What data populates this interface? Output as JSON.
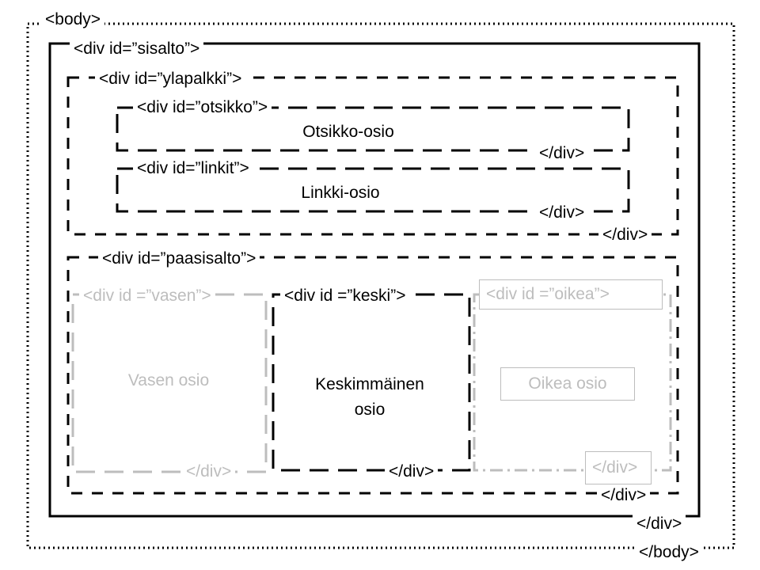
{
  "diagram": {
    "body_open": "<body>",
    "body_close": "</body>",
    "sisalto_open": "<div id=”sisalto”>",
    "sisalto_close": "</div>",
    "ylapalkki_open": "<div id=”ylapalkki”>",
    "ylapalkki_close": "</div>",
    "otsikko_open": "<div id=”otsikko”>",
    "otsikko_text": "Otsikko-osio",
    "otsikko_close": "</div>",
    "linkit_open": "<div id=”linkit”>",
    "linkit_text": "Linkki-osio",
    "linkit_close": "</div>",
    "paasisalto_open": "<div id=”paasisalto”>",
    "paasisalto_close": "</div>",
    "vasen_open": "<div id =”vasen”>",
    "vasen_text": "Vasen osio",
    "vasen_close": "</div>",
    "keski_open": "<div id =”keski”>",
    "keski_text": "Keskimmäinen osio",
    "keski_close": "</div>",
    "oikea_open": "<div id =”oikea”>",
    "oikea_text": "Oikea osio",
    "oikea_close": "</div>"
  },
  "colors": {
    "line": "#000000",
    "grey": "#bdbdbd",
    "background": "#ffffff"
  }
}
